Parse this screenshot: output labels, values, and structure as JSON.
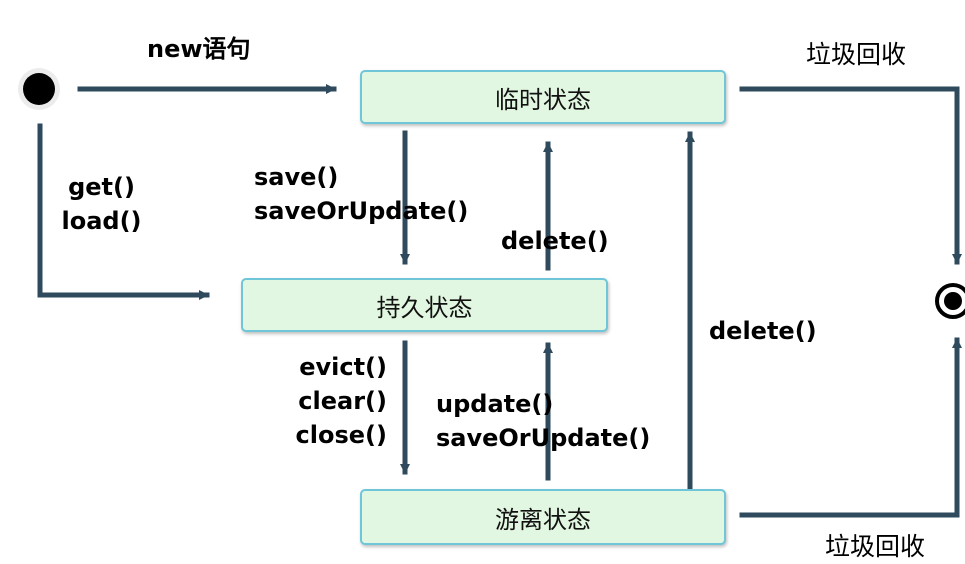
{
  "states": {
    "transient": "临时状态",
    "persistent": "持久状态",
    "detached": "游离状态"
  },
  "labels": {
    "new_statement": "new语句",
    "garbage_top": "垃圾回收",
    "garbage_bottom": "垃圾回收",
    "get": "get()",
    "load": "load()",
    "save": "save()",
    "save_or_update_1": "saveOrUpdate()",
    "delete_1": "delete()",
    "delete_2": "delete()",
    "evict": "evict()",
    "clear": "clear()",
    "close": "close()",
    "update": "update()",
    "save_or_update_2": "saveOrUpdate()"
  },
  "colors": {
    "arrow": "#2e4a5c",
    "state_fill": "#e2f7e1",
    "state_border": "#6ec6d8"
  }
}
